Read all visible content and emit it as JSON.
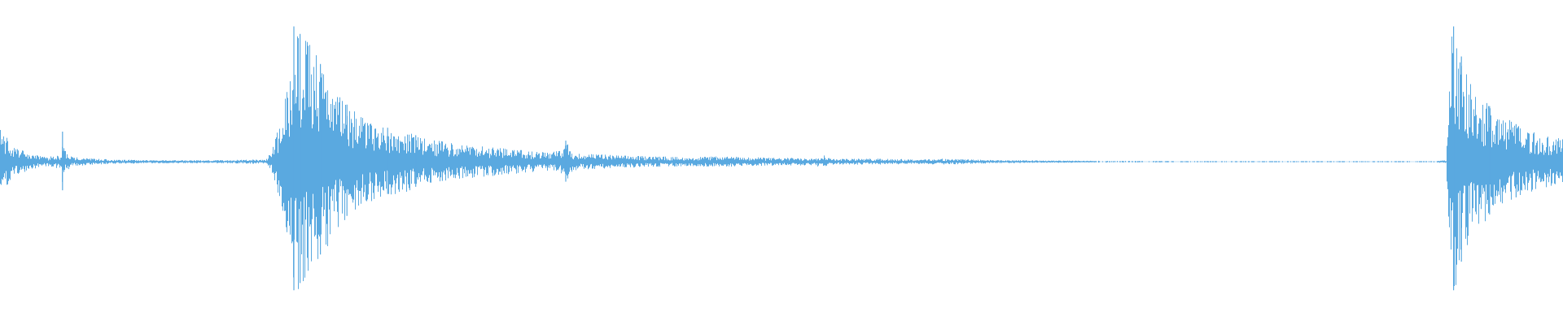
{
  "colors": {
    "background": "#ffffff",
    "waveform": "#5aa9e0"
  },
  "chart_data": {
    "type": "area",
    "title": "",
    "xlabel": "",
    "ylabel": "",
    "grid": false,
    "legend": "none",
    "ylim": [
      -1,
      1
    ],
    "x_range": [
      0,
      1
    ],
    "envelope": {
      "x": [
        0.0,
        0.002,
        0.008,
        0.02,
        0.03,
        0.039,
        0.04,
        0.041,
        0.046,
        0.07,
        0.1,
        0.14,
        0.17,
        0.174,
        0.18,
        0.185,
        0.188,
        0.19,
        0.192,
        0.196,
        0.2,
        0.205,
        0.21,
        0.215,
        0.22,
        0.225,
        0.23,
        0.24,
        0.25,
        0.26,
        0.27,
        0.28,
        0.29,
        0.3,
        0.31,
        0.32,
        0.33,
        0.34,
        0.35,
        0.36,
        0.362,
        0.366,
        0.38,
        0.4,
        0.42,
        0.44,
        0.46,
        0.5,
        0.52,
        0.527,
        0.532,
        0.56,
        0.59,
        0.6,
        0.64,
        0.7,
        0.76,
        0.8,
        0.85,
        0.86,
        0.91,
        0.925,
        0.926,
        0.928,
        0.931,
        0.934,
        0.937,
        0.94,
        0.945,
        0.95,
        0.955,
        0.96,
        0.965,
        0.97,
        0.975,
        0.98,
        0.985,
        0.99,
        0.995,
        1.0
      ],
      "amplitude": [
        0.22,
        0.2,
        0.1,
        0.05,
        0.03,
        0.05,
        0.2,
        0.08,
        0.03,
        0.015,
        0.01,
        0.01,
        0.015,
        0.08,
        0.3,
        0.6,
        0.9,
        0.92,
        0.85,
        0.8,
        0.75,
        0.65,
        0.55,
        0.45,
        0.4,
        0.35,
        0.3,
        0.25,
        0.22,
        0.2,
        0.16,
        0.14,
        0.12,
        0.11,
        0.1,
        0.09,
        0.08,
        0.07,
        0.06,
        0.08,
        0.14,
        0.06,
        0.05,
        0.04,
        0.035,
        0.03,
        0.035,
        0.025,
        0.025,
        0.045,
        0.02,
        0.02,
        0.015,
        0.02,
        0.01,
        0.006,
        0.004,
        0.003,
        0.002,
        0.0,
        0.0,
        0.01,
        0.25,
        0.8,
        0.95,
        0.75,
        0.6,
        0.55,
        0.45,
        0.4,
        0.35,
        0.3,
        0.28,
        0.25,
        0.22,
        0.2,
        0.18,
        0.17,
        0.16,
        0.15
      ]
    },
    "bursts": [
      0.04,
      0.188,
      0.192,
      0.205,
      0.222,
      0.248,
      0.266,
      0.283,
      0.362,
      0.93,
      0.935,
      0.953,
      0.97
    ]
  }
}
